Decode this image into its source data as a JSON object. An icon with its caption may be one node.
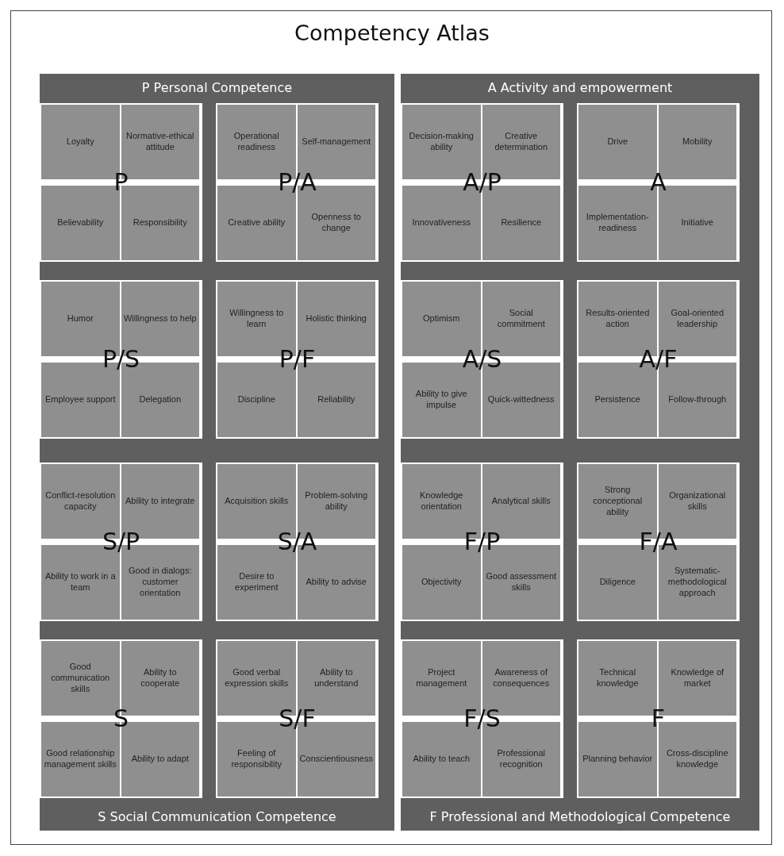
{
  "diagram": {
    "title": "Competency Atlas",
    "nodes": [
      {
        "text": [
          "P Personal Competence"
        ]
      },
      {
        "text": [
          "P"
        ],
        "in": 0
      },
      {
        "text": [
          "Loyalty"
        ],
        "in": 1
      },
      {
        "text": [
          "Normative-ethical attitude"
        ],
        "in": 1
      },
      {
        "text": [
          "Believability"
        ],
        "in": 1
      },
      {
        "text": [
          "Responsibility"
        ],
        "in": 1
      },
      {
        "text": [
          "P/A"
        ],
        "in": 0
      },
      {
        "text": [
          "Operational readiness"
        ],
        "in": 6
      },
      {
        "text": [
          "Self-management"
        ],
        "in": 6
      },
      {
        "text": [
          "Creative ability"
        ],
        "in": 6
      },
      {
        "text": [
          "Openness to change"
        ],
        "in": 6
      },
      {
        "text": [
          "P/S"
        ],
        "in": 0
      },
      {
        "text": [
          "Humor"
        ],
        "in": 11
      },
      {
        "text": [
          "Willingness to help"
        ],
        "in": 11
      },
      {
        "text": [
          "Employee support"
        ],
        "in": 11
      },
      {
        "text": [
          "Delegation"
        ],
        "in": 11
      },
      {
        "text": [
          "P/F"
        ],
        "in": 0
      },
      {
        "text": [
          "Willingness to learn"
        ],
        "in": 16
      },
      {
        "text": [
          "Holistic thinking"
        ],
        "in": 16
      },
      {
        "text": [
          "Discipline"
        ],
        "in": 16
      },
      {
        "text": [
          "Reliability"
        ],
        "in": 16
      },
      {
        "text": [
          "A Activity and empowerment"
        ]
      },
      {
        "text": [
          "A/P"
        ],
        "in": 21
      },
      {
        "text": [
          "Decision-making ability"
        ],
        "in": 22
      },
      {
        "text": [
          "Creative determination"
        ],
        "in": 22
      },
      {
        "text": [
          "Innovativeness"
        ],
        "in": 22
      },
      {
        "text": [
          "Resilience"
        ],
        "in": 22
      },
      {
        "text": [
          "A"
        ],
        "in": 21
      },
      {
        "text": [
          "Drive"
        ],
        "in": 27
      },
      {
        "text": [
          "Mobility"
        ],
        "in": 27
      },
      {
        "text": [
          "Implementation-readiness"
        ],
        "in": 27
      },
      {
        "text": [
          "Initiative"
        ],
        "in": 27
      },
      {
        "text": [
          "A/S"
        ],
        "in": 21
      },
      {
        "text": [
          "Optimism"
        ],
        "in": 32
      },
      {
        "text": [
          "Social commitment"
        ],
        "in": 32
      },
      {
        "text": [
          "Ability to give impulse"
        ],
        "in": 32
      },
      {
        "text": [
          "Quick-wittedness"
        ],
        "in": 32
      },
      {
        "text": [
          "A/F"
        ],
        "in": 21
      },
      {
        "text": [
          "Results-oriented action"
        ],
        "in": 37
      },
      {
        "text": [
          "Goal-oriented leadership"
        ],
        "in": 37
      },
      {
        "text": [
          "Persistence"
        ],
        "in": 37
      },
      {
        "text": [
          "Follow-through"
        ],
        "in": 37
      },
      {
        "text": [
          "S Social Communication Competence"
        ]
      },
      {
        "text": [
          "S/P"
        ],
        "in": 42
      },
      {
        "text": [
          "Conflict-resolution capacity"
        ],
        "in": 43
      },
      {
        "text": [
          "Ability to integrate"
        ],
        "in": 43
      },
      {
        "text": [
          "Ability to work in a team"
        ],
        "in": 43
      },
      {
        "text": [
          "Good in dialogs: customer orientation"
        ],
        "in": 43
      },
      {
        "text": [
          "S/A"
        ],
        "in": 42
      },
      {
        "text": [
          "Acquisition skills"
        ],
        "in": 48
      },
      {
        "text": [
          "Problem-solving ability"
        ],
        "in": 48
      },
      {
        "text": [
          "Desire to experiment"
        ],
        "in": 48
      },
      {
        "text": [
          "Ability to advise"
        ],
        "in": 48
      },
      {
        "text": [
          "S"
        ],
        "in": 42
      },
      {
        "text": [
          "Good communication skills"
        ],
        "in": 53
      },
      {
        "text": [
          "Ability to cooperate"
        ],
        "in": 53
      },
      {
        "text": [
          "Good relationship management skills"
        ],
        "in": 53
      },
      {
        "text": [
          "Ability to adapt"
        ],
        "in": 53
      },
      {
        "text": [
          "S/F"
        ],
        "in": 42
      },
      {
        "text": [
          "Good verbal expression skills"
        ],
        "in": 58
      },
      {
        "text": [
          "Ability to understand"
        ],
        "in": 58
      },
      {
        "text": [
          "Feeling of responsibility"
        ],
        "in": 58
      },
      {
        "text": [
          "Conscientiousness"
        ],
        "in": 58
      },
      {
        "text": [
          "F Professional and Methodological Competence"
        ]
      },
      {
        "text": [
          "F/P"
        ],
        "in": 63
      },
      {
        "text": [
          "Knowledge orientation"
        ],
        "in": 64
      },
      {
        "text": [
          "Analytical skills"
        ],
        "in": 64
      },
      {
        "text": [
          "Objectivity"
        ],
        "in": 64
      },
      {
        "text": [
          "Good assessment skills"
        ],
        "in": 64
      },
      {
        "text": [
          "F/A"
        ],
        "in": 63
      },
      {
        "text": [
          "Strong conceptional ability"
        ],
        "in": 69
      },
      {
        "text": [
          "Organizational skills"
        ],
        "in": 69
      },
      {
        "text": [
          "Diligence"
        ],
        "in": 69
      },
      {
        "text": [
          "Systematic-methodological approach"
        ],
        "in": 69
      },
      {
        "text": [
          "F/S"
        ],
        "in": 63
      },
      {
        "text": [
          "Project management"
        ],
        "in": 74
      },
      {
        "text": [
          "Awareness of consequences"
        ],
        "in": 74
      },
      {
        "text": [
          "Ability to teach"
        ],
        "in": 74
      },
      {
        "text": [
          "Professional recognition"
        ],
        "in": 74
      },
      {
        "text": [
          "F"
        ],
        "in": 63
      },
      {
        "text": [
          "Technical knowledge"
        ],
        "in": 79
      },
      {
        "text": [
          "Knowledge of market"
        ],
        "in": 79
      },
      {
        "text": [
          "Planning behavior"
        ],
        "in": 79
      },
      {
        "text": [
          "Cross-discipline knowledge"
        ],
        "in": 79
      }
    ]
  }
}
